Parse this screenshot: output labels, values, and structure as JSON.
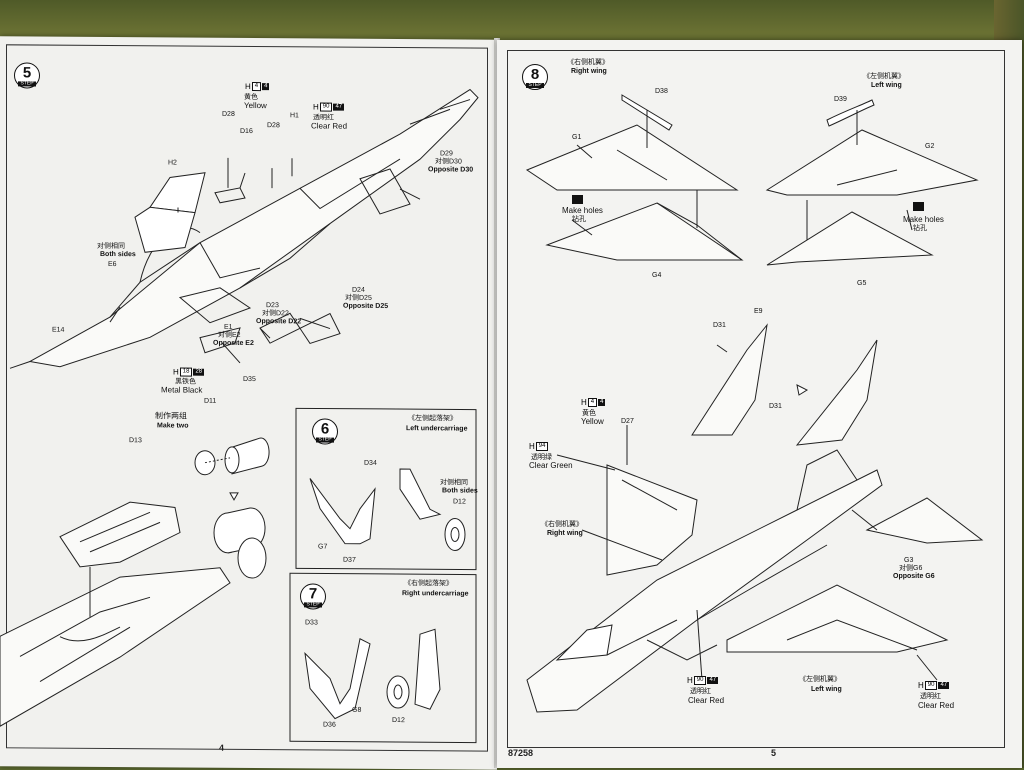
{
  "left_page": {
    "page_number": "4",
    "step5": {
      "number": "5",
      "badge": "STEP",
      "paint_top": {
        "prefix": "H",
        "box": "4",
        "fill": "4",
        "cn": "黄色",
        "en": "Yellow"
      },
      "paint_clear": {
        "prefix": "H",
        "box": "90",
        "fill": "47",
        "cn": "透明红",
        "en": "Clear Red"
      },
      "parts": {
        "d28a": "D28",
        "d16": "D16",
        "d28b": "D28",
        "h1": "H1",
        "h2": "H2",
        "d29": "D29",
        "d30": "对侧D30",
        "d30_en": "Opposite D30",
        "both_cn": "对侧相同",
        "both_en": "Both sides",
        "e6": "E6",
        "e14": "E14",
        "d24": "D24",
        "d25": "对侧D25",
        "d25_en": "Opposite D25",
        "d23": "D23",
        "d22": "对侧D22",
        "d22_en": "Opposite D22",
        "e1": "E1",
        "e2": "对侧E2",
        "e2_en": "Opposite E2"
      }
    },
    "subassembly": {
      "paint": {
        "prefix": "H",
        "box": "18",
        "fill": "28",
        "cn": "黑铁色",
        "en": "Metal Black"
      },
      "d35": "D35",
      "d11": "D11",
      "make_two_cn": "制作两组",
      "make_two_en": "Make two",
      "d13": "D13"
    },
    "step6": {
      "number": "6",
      "badge": "STEP",
      "title_cn": "《左侧起落架》",
      "title_en": "Left undercarriage",
      "d34": "D34",
      "both_cn": "对侧相同",
      "both_en": "Both sides",
      "d12": "D12",
      "g7": "G7",
      "d37": "D37"
    },
    "step7": {
      "number": "7",
      "badge": "STEP",
      "title_cn": "《右侧起落架》",
      "title_en": "Right undercarriage",
      "d33": "D33",
      "d36": "D36",
      "g8": "G8",
      "d12": "D12"
    }
  },
  "right_page": {
    "page_number": "5",
    "kit_number": "87258",
    "step8": {
      "number": "8",
      "badge": "STEP",
      "rw_cn": "《右侧机翼》",
      "rw_en": "Right wing",
      "lw_cn": "《左侧机翼》",
      "lw_en": "Left wing",
      "d38": "D38",
      "d39": "D39",
      "g1": "G1",
      "g2": "G2",
      "g4": "G4",
      "g5": "G5",
      "holes_left_en": "Make holes",
      "holes_left_cn": "钻孔",
      "holes_right_en": "Make holes",
      "holes_right_cn": "钻孔"
    },
    "tail": {
      "d31a": "D31",
      "e9": "E9",
      "d31b": "D31"
    },
    "final": {
      "paint_yellow": {
        "prefix": "H",
        "box": "4",
        "fill": "4",
        "cn": "黄色",
        "en": "Yellow"
      },
      "d27": "D27",
      "paint_green": {
        "prefix": "H",
        "box": "94",
        "fill": "",
        "cn": "透明绿",
        "en": "Clear Green"
      },
      "rw_cn": "《右侧机翼》",
      "rw_en": "Right wing",
      "g3": "G3",
      "g6": "对侧G6",
      "g6_en": "Opposite G6",
      "paint_red1": {
        "prefix": "H",
        "box": "90",
        "fill": "47",
        "cn": "透明红",
        "en": "Clear Red"
      },
      "lw_cn": "《左侧机翼》",
      "lw_en": "Left wing",
      "paint_red2": {
        "prefix": "H",
        "box": "90",
        "fill": "47",
        "cn": "透明红",
        "en": "Clear Red"
      }
    }
  }
}
